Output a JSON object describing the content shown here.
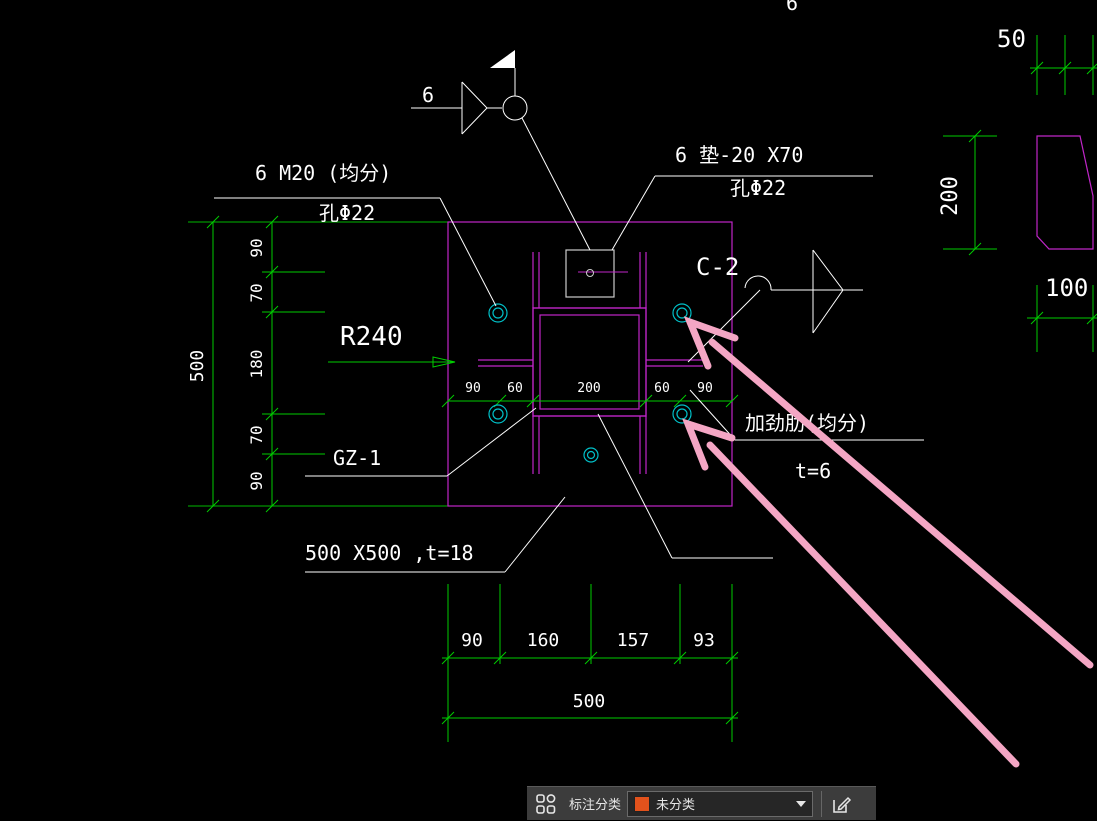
{
  "colors": {
    "dimension": "#00cc00",
    "plate": "#c026c8",
    "text": "#ffffff",
    "bolt": "#00c0c8",
    "arrow": "#f4a6c4",
    "toolbar_swatch": "#e2521c"
  },
  "drawing": {
    "top_partial": "6",
    "weld_size_left": "6",
    "bolt_note": "6 M20 (均分)",
    "bolt_hole": "孔Φ22",
    "washer_note": "6 垫-20 X70",
    "washer_hole": "孔Φ22",
    "weld_label_right": "C-2",
    "radius_label": "R240",
    "column_label": "GZ-1",
    "plate_note": "500 X500 ,t=18",
    "stiffener_note": "加劲肋(均分)",
    "stiffener_thickness": "t=6",
    "left_dims": [
      "90",
      "70",
      "180",
      "70",
      "90"
    ],
    "left_total": "500",
    "inner_dims": [
      "90",
      "60",
      "200",
      "60",
      "90"
    ],
    "bottom_dims": [
      "90",
      "160",
      "157",
      "93"
    ],
    "bottom_total": "500",
    "right_top_dim": "50",
    "right_height_dim": "200",
    "right_width_dim": "100"
  },
  "toolbar": {
    "grid_icon": "grid-icon",
    "label": "标注分类",
    "select_value": "未分类",
    "dropdown_icon": "chevron-down-icon",
    "edit_icon": "edit-icon"
  }
}
